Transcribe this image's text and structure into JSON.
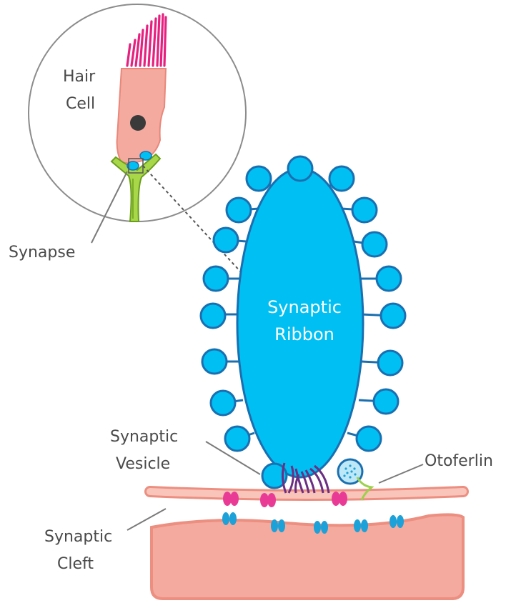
{
  "labels": {
    "hair_cell_line1": "Hair",
    "hair_cell_line2": "Cell",
    "synapse": "Synapse",
    "ribbon_line1": "Synaptic",
    "ribbon_line2": "Ribbon",
    "vesicle_line1": "Synaptic",
    "vesicle_line2": "Vesicle",
    "otoferlin": "Otoferlin",
    "cleft_line1": "Synaptic",
    "cleft_line2": "Cleft"
  },
  "colors": {
    "ribbon_fill": "#00bff3",
    "ribbon_stroke": "#1a6fb0",
    "hair_cell_fill": "#f4aa9f",
    "hair_cell_stroke": "#e9877a",
    "stereocilia": "#e6207f",
    "nerve_fill": "#a8d84a",
    "nerve_stroke": "#6a9e1c",
    "tether": "#6b2e83",
    "calcium_channel": "#e93b96",
    "postsynaptic_receptor": "#1ca1d8",
    "otoferlin": "#9bd14b",
    "membrane": "#f4aa9f",
    "label_text": "#4a4a4a"
  }
}
